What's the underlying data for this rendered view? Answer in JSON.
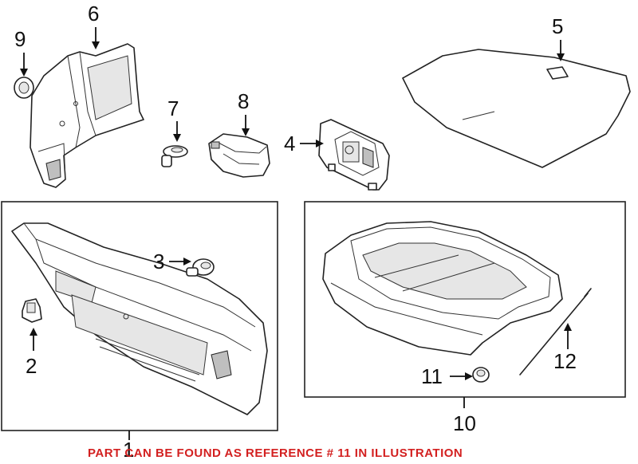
{
  "callouts": {
    "c1": "1",
    "c2": "2",
    "c3": "3",
    "c4": "4",
    "c5": "5",
    "c6": "6",
    "c7": "7",
    "c8": "8",
    "c9": "9",
    "c10": "10",
    "c11": "11",
    "c12": "12"
  },
  "notice": "PART CAN BE FOUND AS REFERENCE # 11 IN ILLUSTRATION",
  "colors": {
    "notice": "#d32020",
    "line": "#222222",
    "background": "#ffffff"
  }
}
